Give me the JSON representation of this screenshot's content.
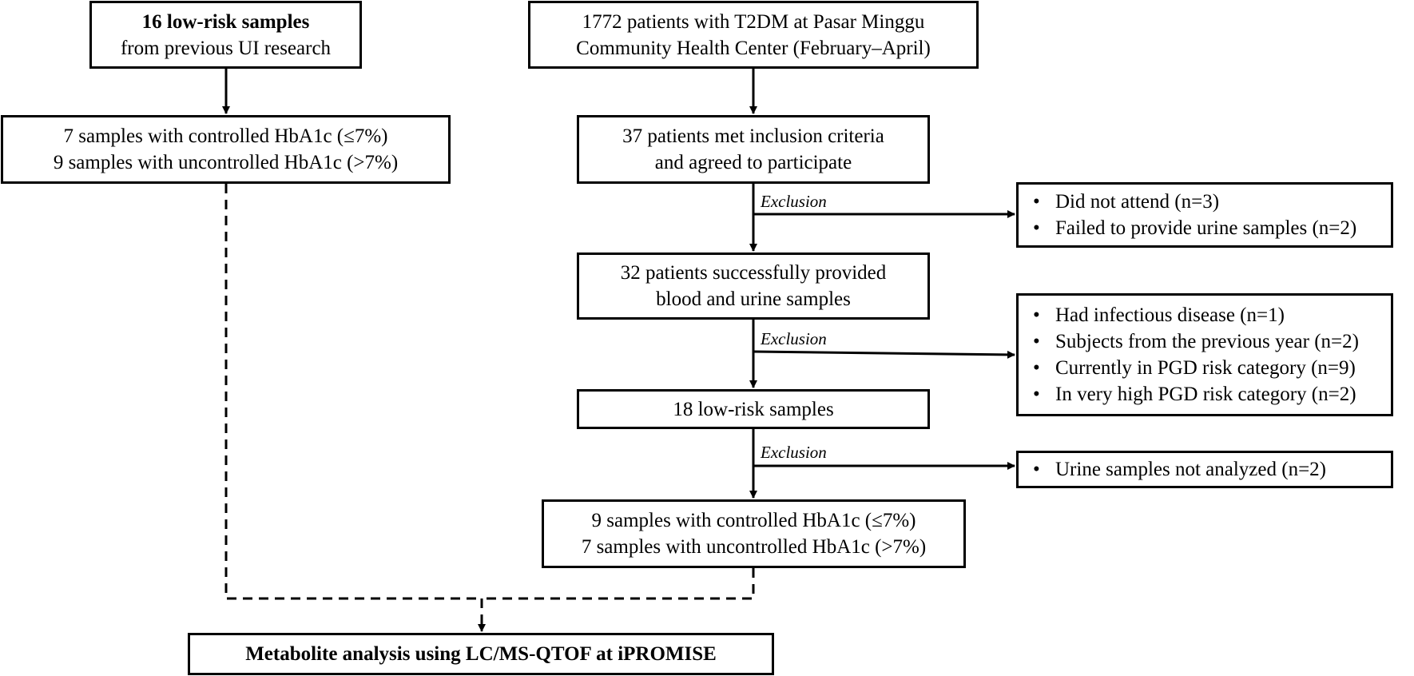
{
  "left": {
    "source_title": "16 low-risk samples",
    "source_subtitle": "from previous UI research",
    "split_line1": "7 samples with controlled HbA1c (≤7%)",
    "split_line2": "9 samples with uncontrolled HbA1c (>7%)"
  },
  "right": {
    "population_line1": "1772 patients with T2DM at Pasar Minggu",
    "population_line2": "Community Health Center (February–April)",
    "inclusion_line1": "37 patients met inclusion criteria",
    "inclusion_line2": "and agreed to participate",
    "provided_line1": "32 patients successfully provided",
    "provided_line2": "blood and urine samples",
    "lowrisk": "18 low-risk samples",
    "final_line1": "9 samples with controlled HbA1c (≤7%)",
    "final_line2": "7 samples with uncontrolled HbA1c (>7%)"
  },
  "exclusions": [
    {
      "label": "Exclusion",
      "items": [
        "Did not attend (n=3)",
        "Failed to provide urine samples (n=2)"
      ]
    },
    {
      "label": "Exclusion",
      "items": [
        "Had infectious disease (n=1)",
        "Subjects from the previous year (n=2)",
        "Currently in PGD risk category (n=9)",
        "In very high PGD risk category (n=2)"
      ]
    },
    {
      "label": "Exclusion",
      "items": [
        "Urine samples not analyzed (n=2)"
      ]
    }
  ],
  "final_analysis": "Metabolite analysis using LC/MS-QTOF at iPROMISE"
}
